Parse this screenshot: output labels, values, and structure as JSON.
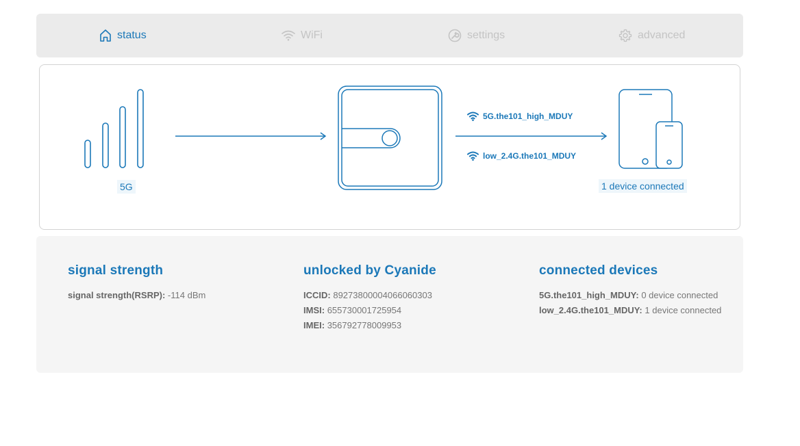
{
  "nav": {
    "items": [
      {
        "label": "status",
        "icon": "home-icon",
        "active": true
      },
      {
        "label": "WiFi",
        "icon": "wifi-icon",
        "active": false
      },
      {
        "label": "settings",
        "icon": "wrench-icon",
        "active": false
      },
      {
        "label": "advanced",
        "icon": "gear-icon",
        "active": false
      }
    ]
  },
  "diagram": {
    "signal_label": "5G",
    "ssids": [
      "5G.the101_high_MDUY",
      "low_2.4G.the101_MDUY"
    ],
    "devices_label": "1 device connected"
  },
  "info": {
    "signal": {
      "title": "signal strength",
      "rows": [
        {
          "key": "signal strength(RSRP):",
          "value": "-114 dBm"
        }
      ]
    },
    "sim": {
      "title": "unlocked by Cyanide",
      "rows": [
        {
          "key": "ICCID:",
          "value": "89273800004066060303"
        },
        {
          "key": "IMSI:",
          "value": "655730001725954"
        },
        {
          "key": "IMEI:",
          "value": "356792778009953"
        }
      ]
    },
    "devices": {
      "title": "connected devices",
      "rows": [
        {
          "key": "5G.the101_high_MDUY:",
          "value": "0 device connected"
        },
        {
          "key": "low_2.4G.the101_MDUY:",
          "value": "1 device connected"
        }
      ]
    }
  },
  "colors": {
    "accent": "#1b78b8",
    "inactive": "#c4c4c4",
    "panel": "#f5f5f5"
  }
}
